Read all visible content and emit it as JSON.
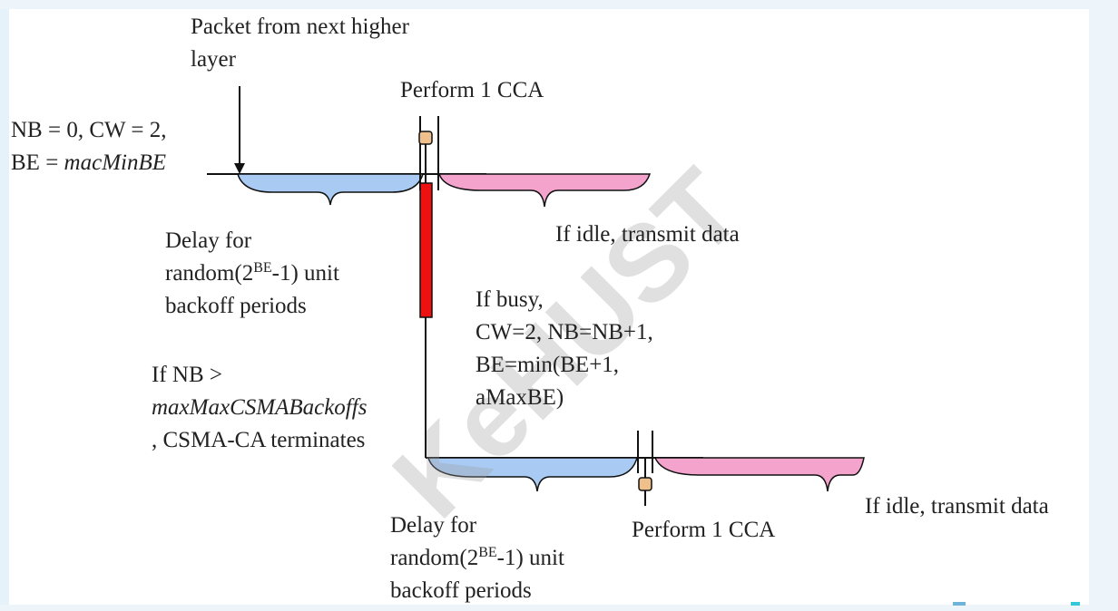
{
  "labels": {
    "packet_line1": "Packet from next higher",
    "packet_line2": "layer",
    "cca_top": "Perform 1 CCA",
    "init_line1": "NB = 0, CW = 2,",
    "init_be_prefix": "BE = ",
    "init_be_value": "macMinBE",
    "delay1_line1": "Delay for",
    "delay1_line2_a": "random(2",
    "delay1_line2_sup": "BE",
    "delay1_line2_b": "-1) unit",
    "delay1_line3": "backoff periods",
    "idle_top": "If idle, transmit data",
    "busy_line1": "If busy,",
    "busy_line2": "CW=2, NB=NB+1,",
    "busy_line3": "BE=min(BE+1,",
    "busy_line4": "aMaxBE)",
    "term_line1": "If NB >",
    "term_line2": "maxMaxCSMABackoffs",
    "term_line3": ", CSMA-CA terminates",
    "delay2_line1": "Delay for",
    "delay2_line2_a": "random(2",
    "delay2_line2_sup": "BE",
    "delay2_line2_b": "-1) unit",
    "delay2_line3": "backoff periods",
    "cca_bottom": "Perform 1 CCA",
    "idle_bottom": "If idle, transmit data",
    "watermark": "KeHUST"
  },
  "colors": {
    "backoff_fill": "#a9cbf3",
    "transmit_fill": "#f3a3cc",
    "cca_busy_fill": "#ee1111",
    "cca_cap_fill": "#efc08c",
    "line": "#111111"
  }
}
